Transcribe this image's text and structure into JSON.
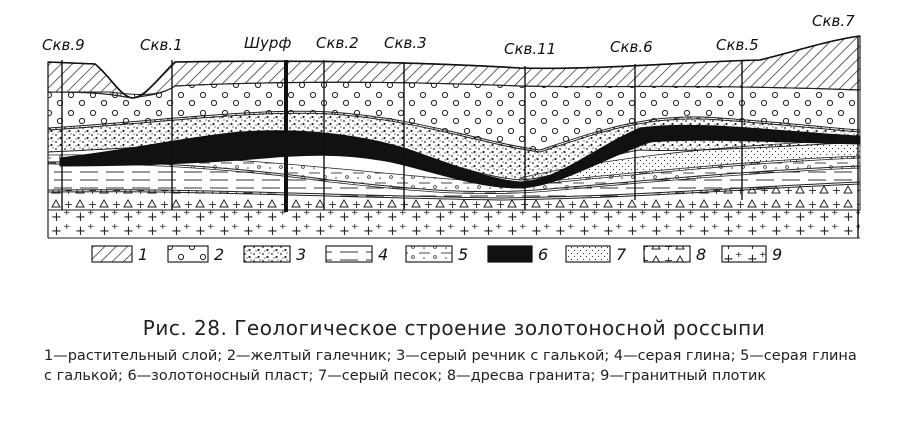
{
  "wells": [
    "Скв.9",
    "Скв.1",
    "Шурф",
    "Скв.2",
    "Скв.3",
    "Скв.11",
    "Скв.6",
    "Скв.5",
    "Скв.7"
  ],
  "legend": [
    "1",
    "2",
    "3",
    "4",
    "5",
    "6",
    "7",
    "8",
    "9"
  ],
  "caption": {
    "title": "Рис. 28. Геологическое строение золотоносной россыпи",
    "description": "1—растительный слой; 2—желтый галечник; 3—серый речник с галькой; 4—серая глина; 5—серая глина с галькой; 6—золотоносный пласт; 7—серый песок; 8—дресва гранита; 9—гранитный плотик"
  }
}
